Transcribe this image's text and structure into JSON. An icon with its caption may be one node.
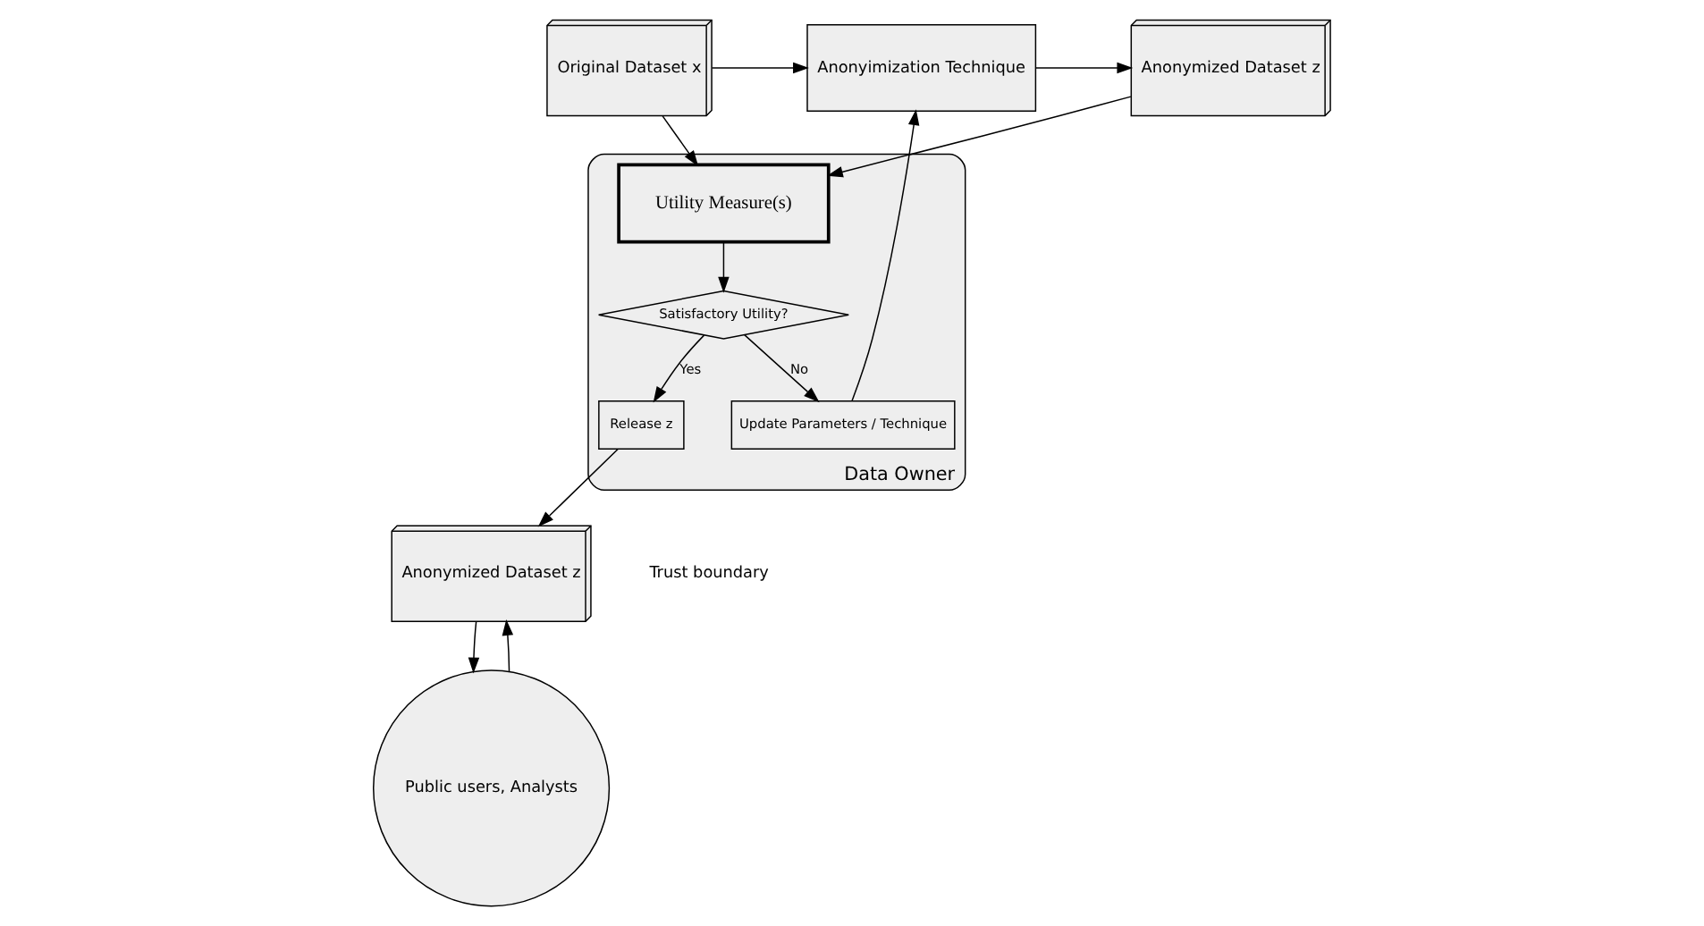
{
  "diagram": {
    "nodes": [
      {
        "text": [
          "Original Dataset x"
        ]
      },
      {
        "text": [
          "Anonyimization Technique"
        ]
      },
      {
        "text": [
          "Anonymized Dataset z"
        ]
      },
      {
        "text": [
          "Data Owner"
        ]
      },
      {
        "text": [
          "Update Parameters / Technique"
        ],
        "in": 3
      },
      {
        "text": [
          "Satisfactory Utility?"
        ],
        "in": 3
      },
      {
        "text": [
          "Release z"
        ],
        "in": 3
      },
      {
        "text": [
          "Utility Measure(s)"
        ],
        "in": 3
      },
      {
        "text": [
          "Anonymized Dataset z"
        ]
      },
      {
        "text": [
          "Public users, Analysts"
        ]
      }
    ],
    "edges": [
      {
        "from": 0,
        "to": 1,
        "arrow": "to"
      },
      {
        "from": 1,
        "to": 2,
        "arrow": "to"
      },
      {
        "from": 0,
        "to": 7,
        "arrow": "to"
      },
      {
        "from": 2,
        "to": 7,
        "arrow": "to"
      },
      {
        "from": 7,
        "to": 5,
        "arrow": "to"
      },
      {
        "from": 5,
        "to": 4,
        "arrow": "to",
        "label": "No"
      },
      {
        "from": 4,
        "to": 1,
        "arrow": "to"
      },
      {
        "from": 5,
        "to": 6,
        "arrow": "to",
        "label": "Yes"
      },
      {
        "from": 6,
        "to": 8,
        "arrow": "to"
      },
      {
        "from": 8,
        "to": 9,
        "arrow": "to"
      },
      {
        "from": 9,
        "to": 8,
        "arrow": "to"
      }
    ],
    "labels": [
      "Trust boundary"
    ]
  }
}
